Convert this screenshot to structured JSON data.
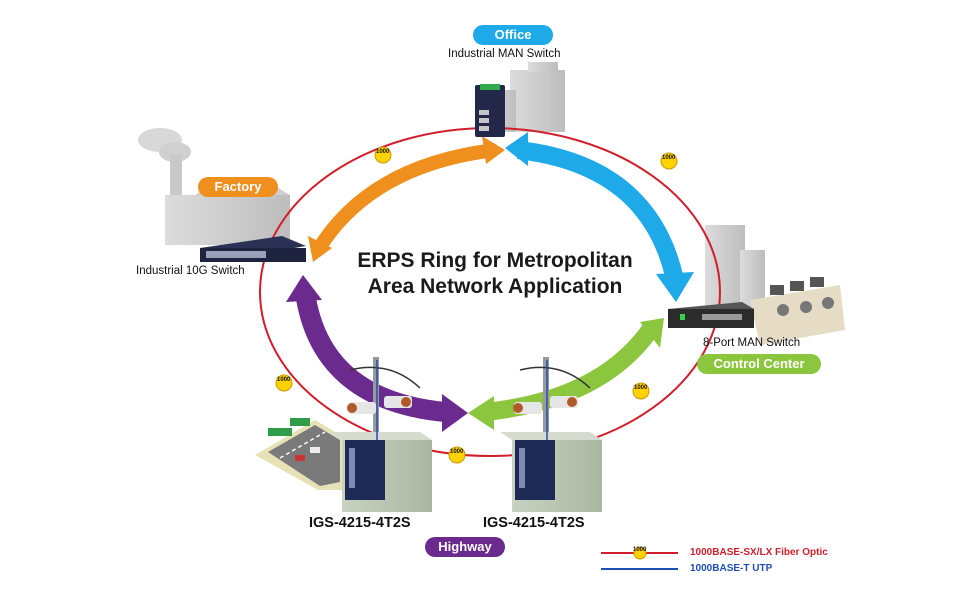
{
  "title_line1": "ERPS Ring for Metropolitan",
  "title_line2": "Area Network Application",
  "sites": {
    "office": "Office",
    "factory": "Factory",
    "control_center": "Control Center",
    "highway": "Highway"
  },
  "devices": {
    "office_switch": "Industrial MAN Switch",
    "factory_switch": "Industrial 10G Switch",
    "control_switch": "8-Port MAN Switch",
    "highway_left": "IGS-4215-4T2S",
    "highway_right": "IGS-4215-4T2S"
  },
  "link_badge": "1000",
  "legend": {
    "fiber": "1000BASE-SX/LX Fiber Optic",
    "utp": "1000BASE-T UTP"
  },
  "colors": {
    "office": "#1ea9e8",
    "factory": "#ef8f1e",
    "control_center": "#8cc63f",
    "highway": "#6a2a8e",
    "fiber": "#d21e2b",
    "utp": "#1f4fb3",
    "badge": "#ffd200"
  }
}
